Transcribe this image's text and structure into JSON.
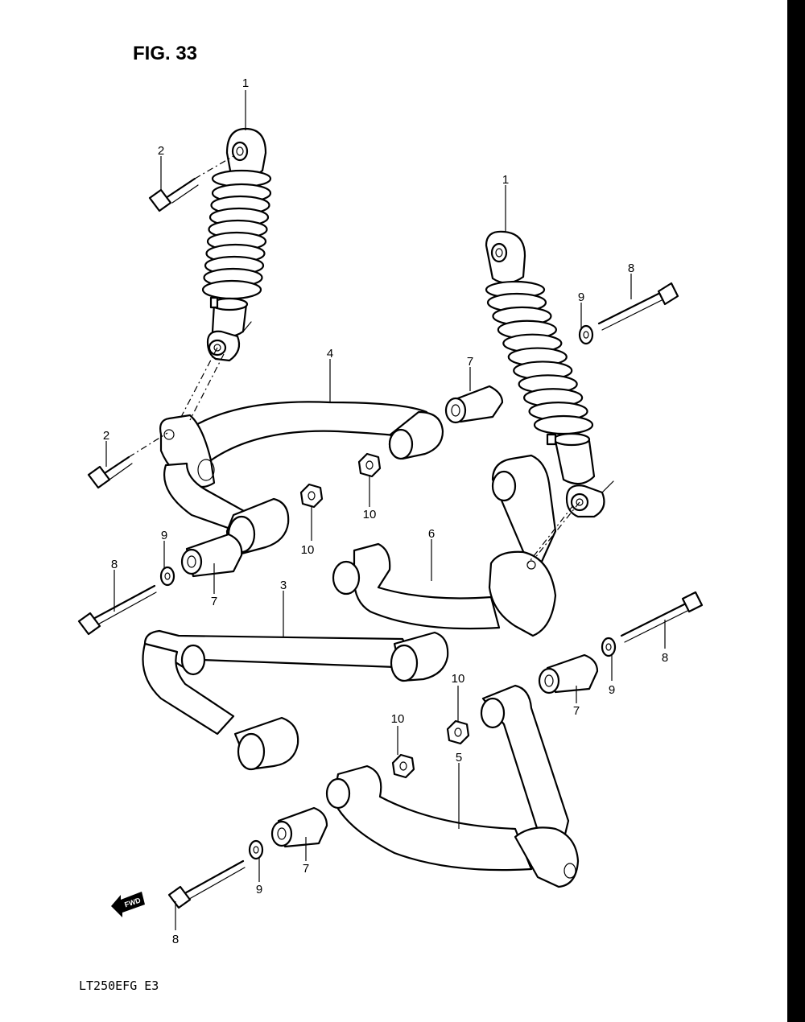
{
  "figure": {
    "title": "FIG. 33",
    "model_code": "LT250EFG  E3",
    "fwd_label": "FWD"
  },
  "callouts": [
    {
      "id": "c1a",
      "label": "1"
    },
    {
      "id": "c1b",
      "label": "1"
    },
    {
      "id": "c2a",
      "label": "2"
    },
    {
      "id": "c2b",
      "label": "2"
    },
    {
      "id": "c3",
      "label": "3"
    },
    {
      "id": "c4",
      "label": "4"
    },
    {
      "id": "c5",
      "label": "5"
    },
    {
      "id": "c6",
      "label": "6"
    },
    {
      "id": "c7a",
      "label": "7"
    },
    {
      "id": "c7b",
      "label": "7"
    },
    {
      "id": "c7c",
      "label": "7"
    },
    {
      "id": "c7d",
      "label": "7"
    },
    {
      "id": "c8a",
      "label": "8"
    },
    {
      "id": "c8b",
      "label": "8"
    },
    {
      "id": "c8c",
      "label": "8"
    },
    {
      "id": "c8d",
      "label": "8"
    },
    {
      "id": "c9a",
      "label": "9"
    },
    {
      "id": "c9b",
      "label": "9"
    },
    {
      "id": "c9c",
      "label": "9"
    },
    {
      "id": "c9d",
      "label": "9"
    },
    {
      "id": "c10a",
      "label": "10"
    },
    {
      "id": "c10b",
      "label": "10"
    },
    {
      "id": "c10c",
      "label": "10"
    },
    {
      "id": "c10d",
      "label": "10"
    }
  ]
}
